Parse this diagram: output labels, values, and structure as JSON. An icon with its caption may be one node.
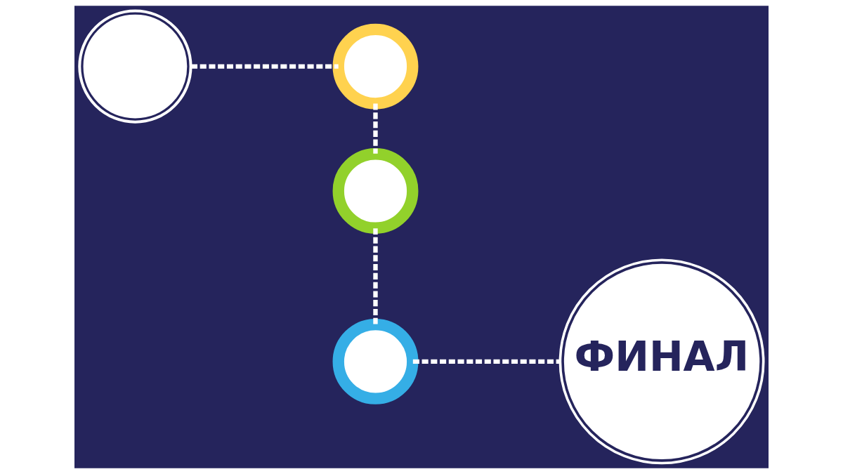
{
  "diagram": {
    "nodes": [
      {
        "text": [],
        "shape": "circle"
      },
      {
        "text": [],
        "shape": "circle"
      },
      {
        "text": [],
        "shape": "circle"
      },
      {
        "text": [],
        "shape": "circle"
      },
      {
        "text": [
          "ФИНАЛ"
        ]
      }
    ],
    "edges": [
      {
        "from": 0,
        "to": 1,
        "arrow": "none",
        "style": "dashed"
      },
      {
        "from": 1,
        "to": 2,
        "arrow": "none",
        "style": "dashed"
      },
      {
        "from": 2,
        "to": 3,
        "arrow": "none",
        "style": "dashed"
      },
      {
        "from": 3,
        "to": 4,
        "arrow": "none",
        "style": "dashed"
      }
    ]
  }
}
